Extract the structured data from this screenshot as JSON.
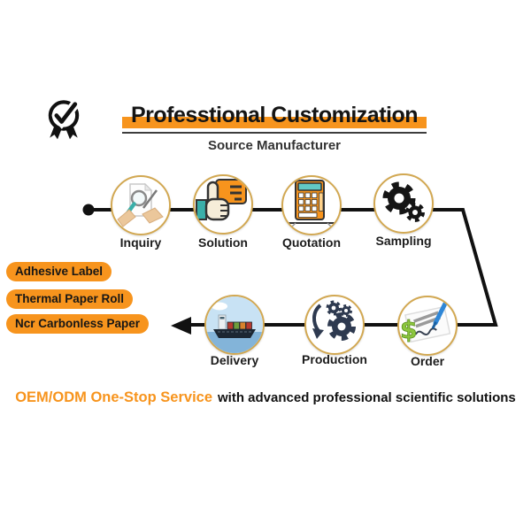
{
  "title": "Professtional Customization",
  "subtitle": "Source Manufacturer",
  "badge": {
    "icon": "award-check-medal-icon"
  },
  "process": {
    "top_row": [
      {
        "label": "Inquiry",
        "icon": "magnifier-document-icon"
      },
      {
        "label": "Solution",
        "icon": "thumbs-up-card-icon"
      },
      {
        "label": "Quotation",
        "icon": "calculator-icon"
      },
      {
        "label": "Sampling",
        "icon": "gears-icon"
      }
    ],
    "bottom_row": [
      {
        "label": "Delivery",
        "icon": "cargo-ship-icon"
      },
      {
        "label": "Production",
        "icon": "gears-arrow-icon"
      },
      {
        "label": "Order",
        "icon": "contract-signature-dollar-icon"
      }
    ]
  },
  "product_tags": [
    {
      "label": "Adhesive Label"
    },
    {
      "label": "Thermal Paper Roll"
    },
    {
      "label": "Ncr Carbonless Paper"
    }
  ],
  "footer": {
    "highlight": "OEM/ODM One-Stop Service",
    "text": "with advanced professional scientific solutions"
  },
  "colors": {
    "accent_orange": "#F7941D",
    "flow_line": "#111111",
    "circle_border": "#D2A852",
    "teal": "#3AAFA9",
    "navy": "#2E3A50",
    "dollar_green": "#8CC63F",
    "pen_blue": "#2E86D6"
  }
}
